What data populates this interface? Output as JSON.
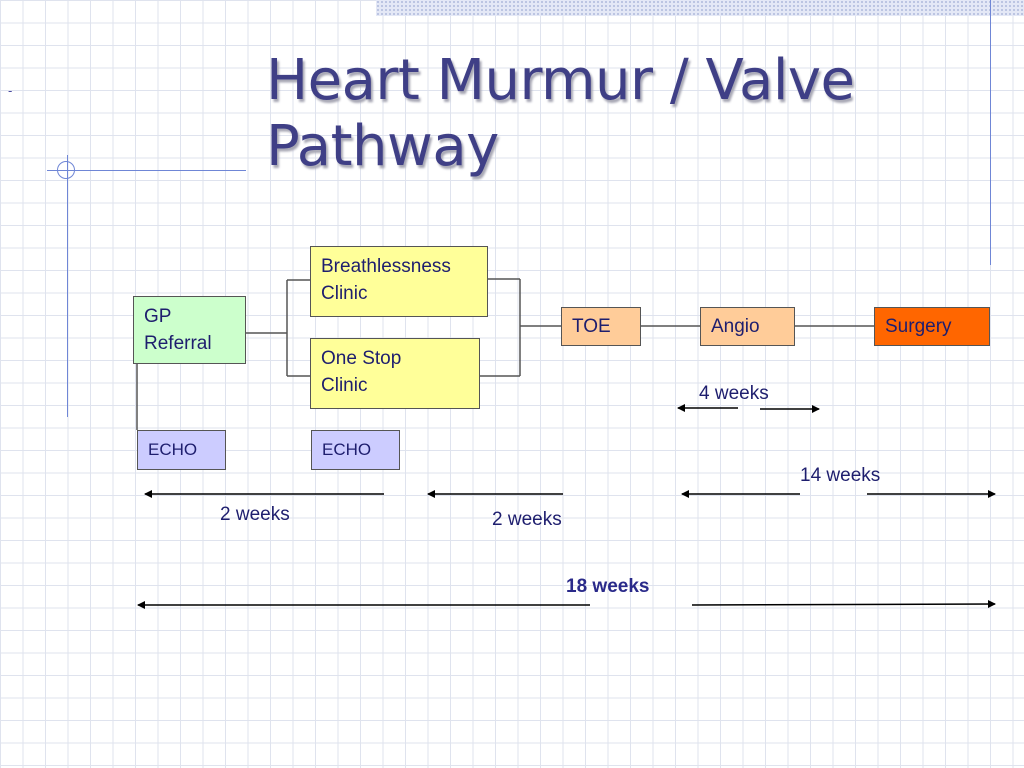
{
  "slide": {
    "title_line1": "Heart Murmur / Valve",
    "title_line2": "Pathway",
    "corner_mark": "-"
  },
  "nodes": {
    "gp_referral": [
      "GP",
      "Referral"
    ],
    "breathlessness_clinic": [
      "Breathlessness",
      "Clinic"
    ],
    "one_stop_clinic": [
      "One Stop",
      "Clinic"
    ],
    "toe": "TOE",
    "angio": "Angio",
    "surgery": "Surgery",
    "echo_gp": "ECHO",
    "echo_clinic": "ECHO"
  },
  "durations": {
    "gp_to_clinic": "2 weeks",
    "clinic_to_toe": "2 weeks",
    "angio": "4 weeks",
    "toe_to_surgery": "14 weeks",
    "total": "18 weeks"
  },
  "colors": {
    "title": "#3f3f86",
    "gp_box": "#ccffcc",
    "clinic_box": "#ffff99",
    "procedure_box": "#ffcc99",
    "surgery_box": "#ff6600",
    "echo_box": "#ccccff",
    "text": "#1e1e6e"
  }
}
